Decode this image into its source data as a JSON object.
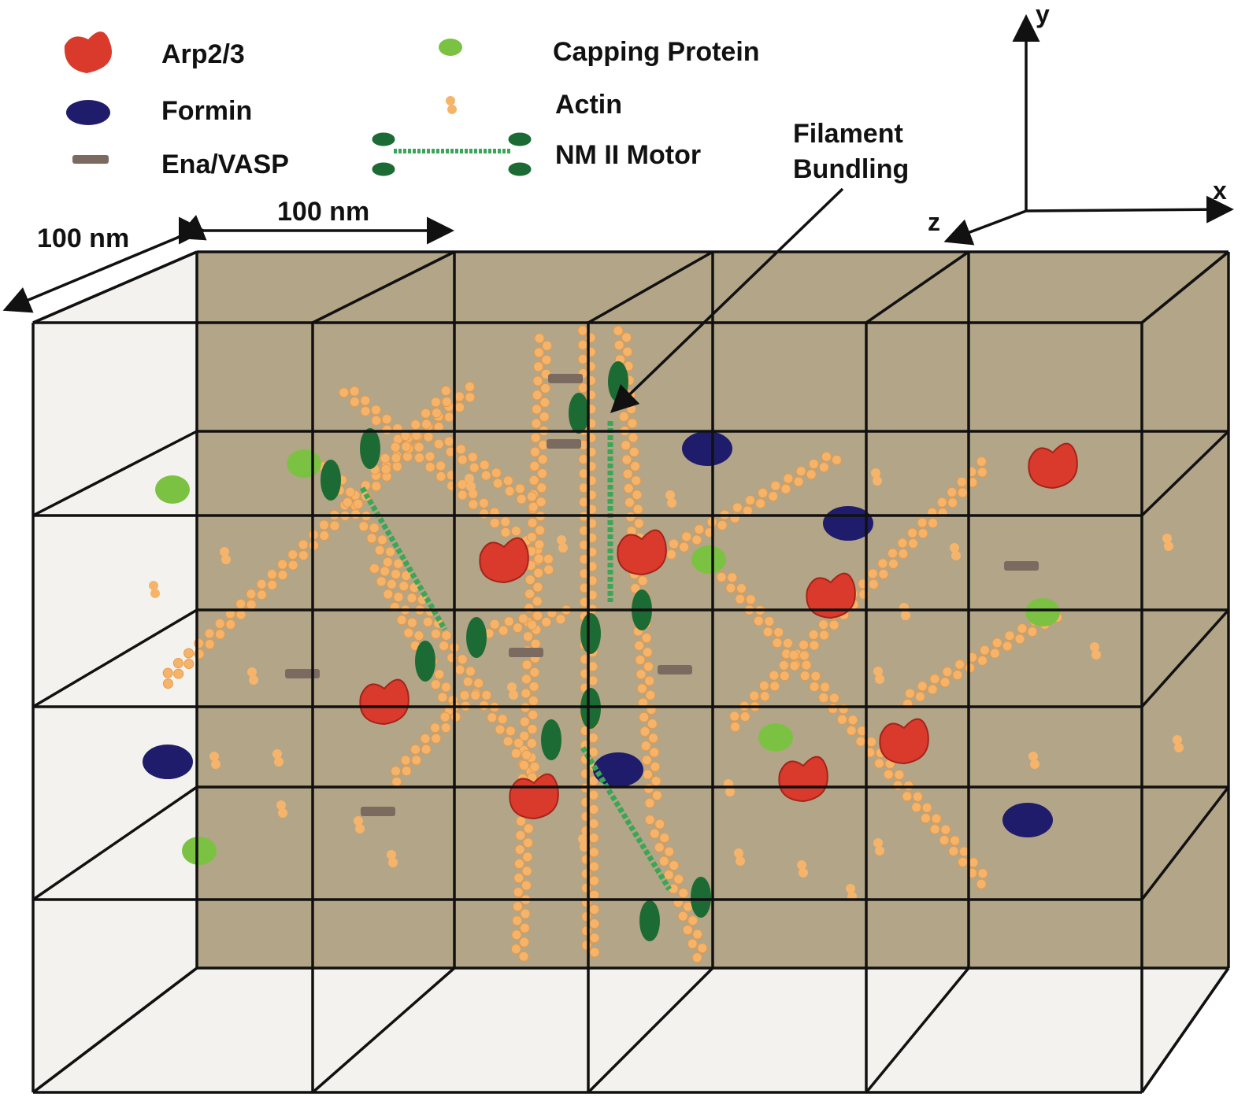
{
  "legend": {
    "items": [
      {
        "label": "Arp2/3",
        "icon": "arp23-icon",
        "color": "#d93a2b"
      },
      {
        "label": "Formin",
        "icon": "formin-icon",
        "color": "#1f1c6b"
      },
      {
        "label": "Ena/VASP",
        "icon": "ena-vasp-icon",
        "color": "#7a6a60"
      },
      {
        "label": "Capping Protein",
        "icon": "capping-protein-icon",
        "color": "#7cc242"
      },
      {
        "label": "Actin",
        "icon": "actin-icon",
        "color": "#f6b46b"
      },
      {
        "label": "NM II Motor",
        "icon": "nm2-motor-icon",
        "color": "#1d6b34"
      }
    ]
  },
  "dimensions": {
    "depth_label": "100 nm",
    "width_label": "100 nm"
  },
  "annotation": {
    "line1": "Filament",
    "line2": "Bundling"
  },
  "axes": {
    "x": "x",
    "y": "y",
    "z": "z"
  },
  "colors": {
    "background_face": "#b3a587",
    "side_face": "#f3f2ef",
    "grid": "#111111"
  }
}
